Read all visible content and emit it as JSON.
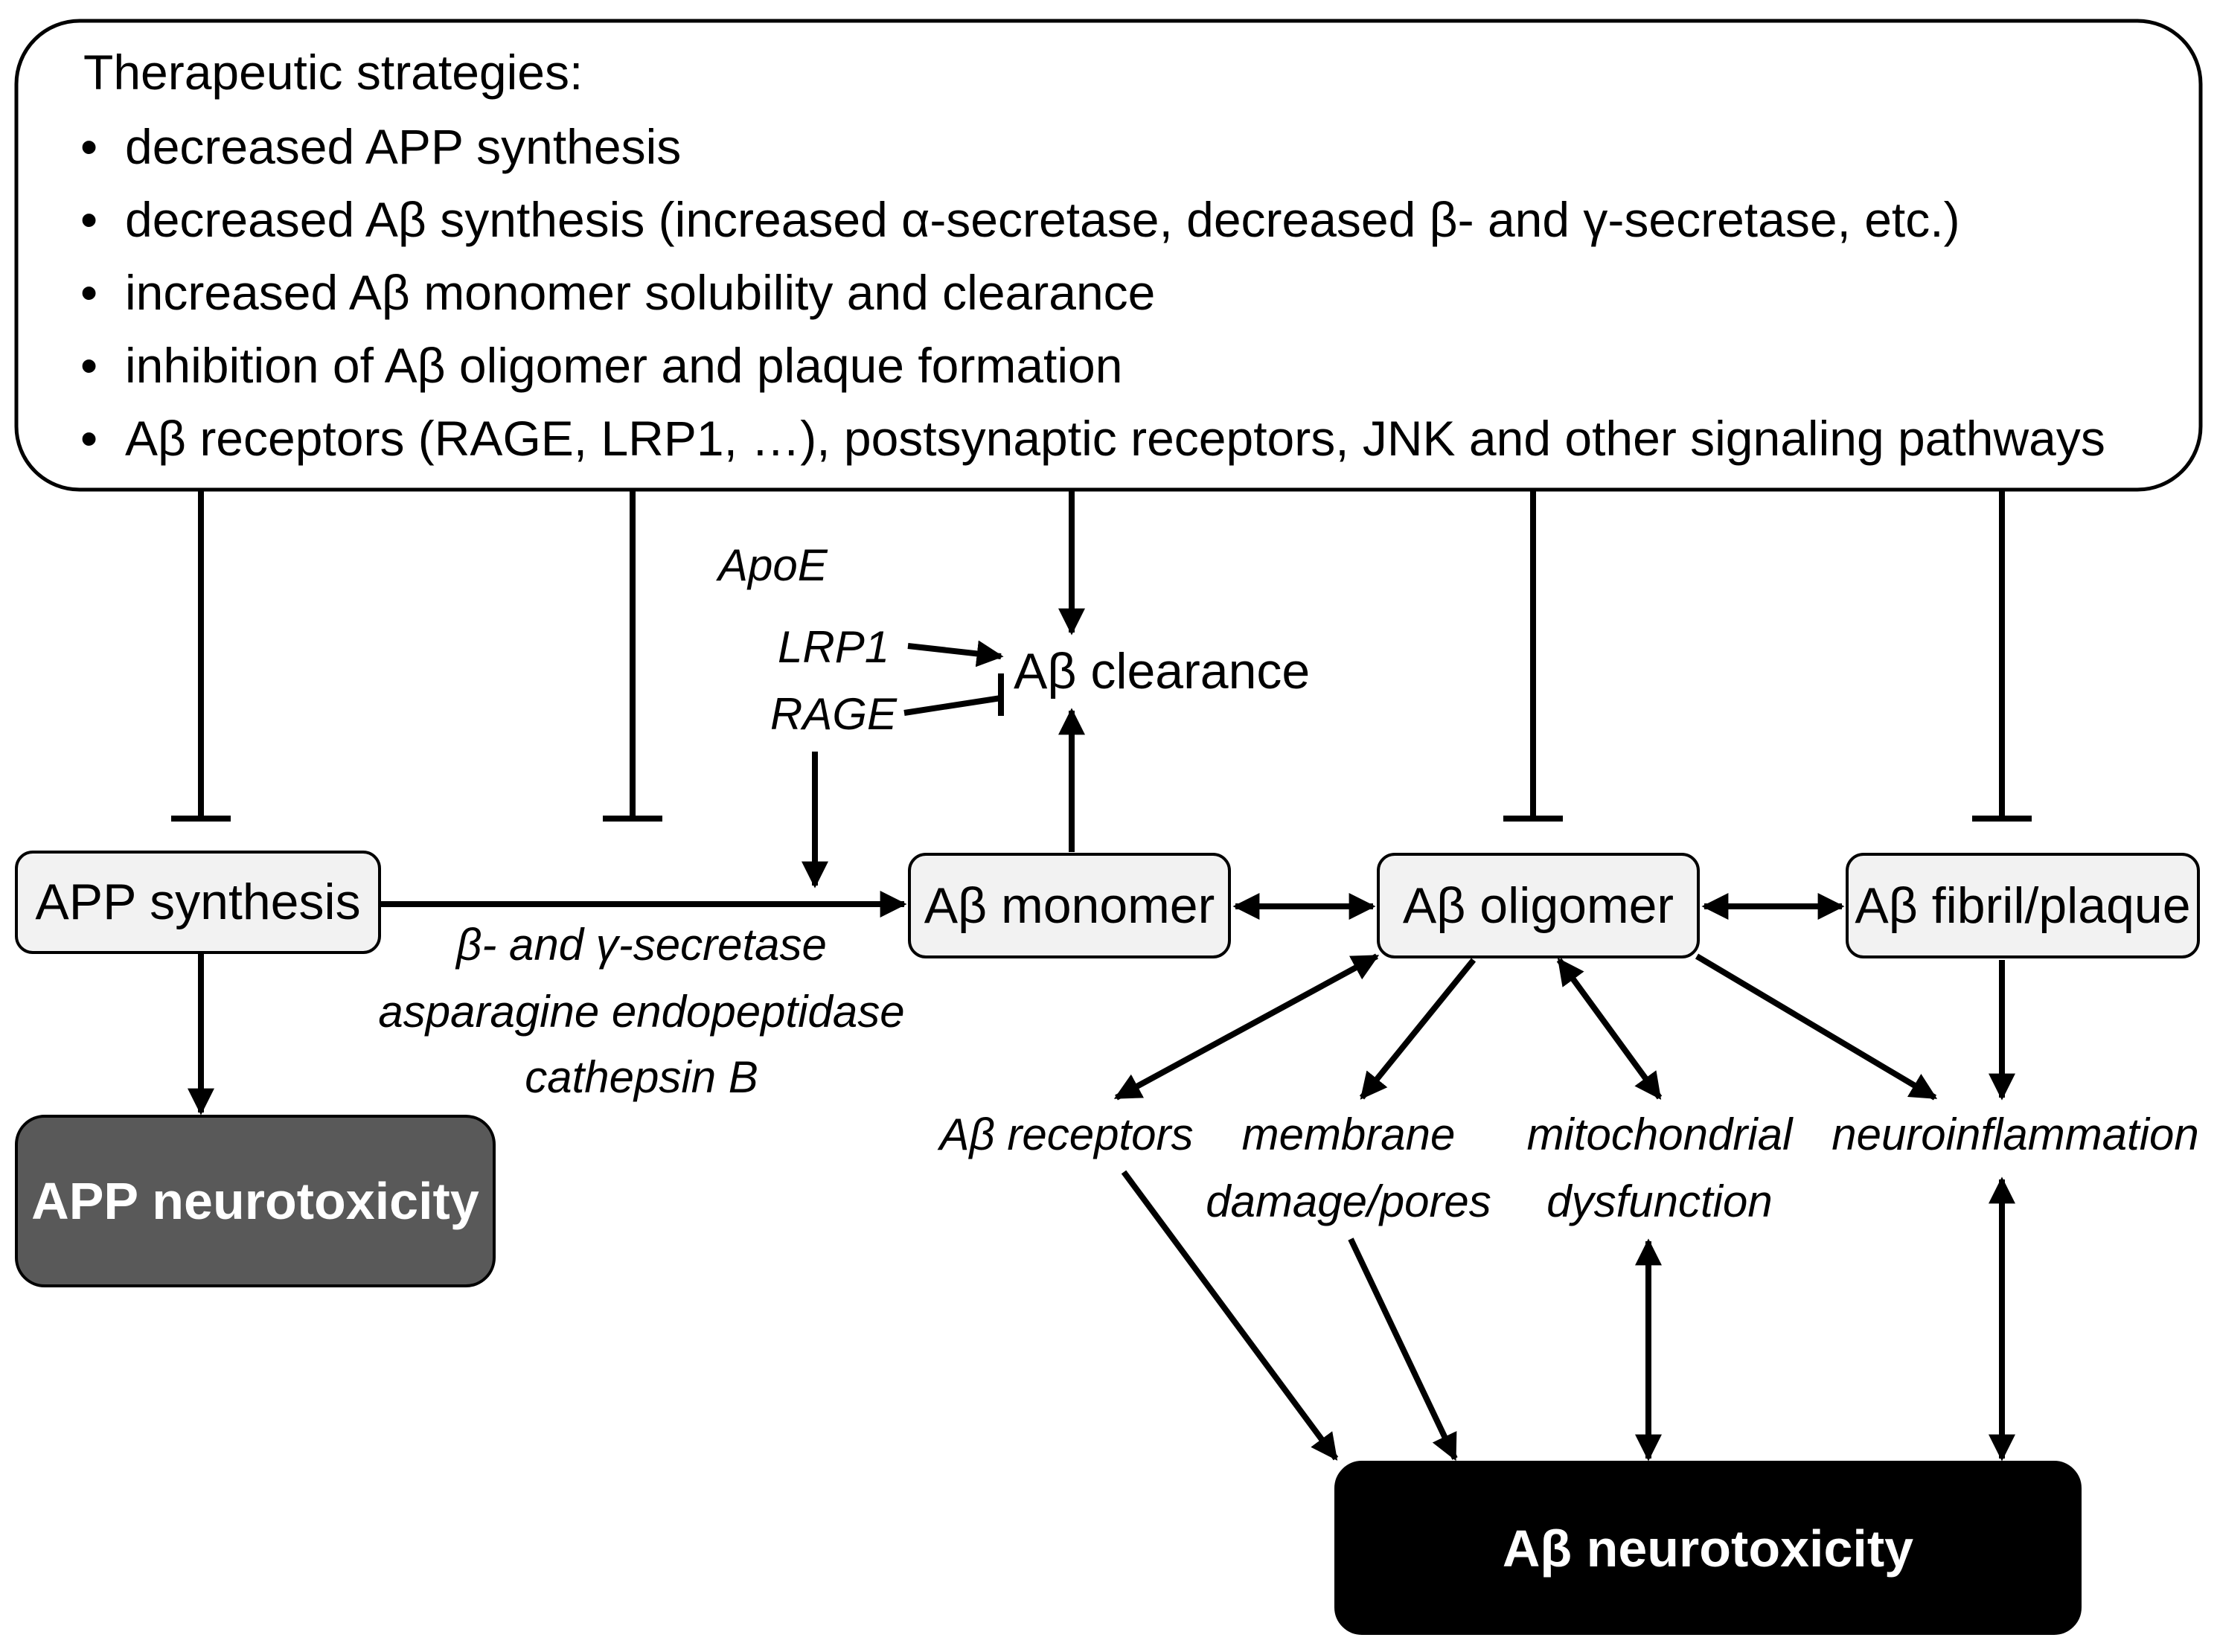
{
  "strategies": {
    "title": "Therapeutic strategies:",
    "bullet": "•",
    "items": [
      "decreased APP synthesis",
      "decreased Aβ synthesis (increased α-secretase, decreased β- and γ-secretase, etc.)",
      "increased Aβ monomer solubility and clearance",
      "inhibition of Aβ oligomer and plaque formation",
      "Aβ receptors (RAGE, LRP1, …), postsynaptic receptors, JNK and other signaling pathways"
    ]
  },
  "nodes": {
    "app_synthesis": "APP synthesis",
    "app_neurotoxicity": "APP neurotoxicity",
    "ab_monomer": "Aβ monomer",
    "ab_oligomer": "Aβ oligomer",
    "ab_fibril": "Aβ fibril/plaque",
    "ab_neurotoxicity": "Aβ neurotoxicity",
    "ab_clearance": "Aβ clearance"
  },
  "labels": {
    "apoe": "ApoE",
    "lrp1": "LRP1",
    "rage": "RAGE",
    "secretase_1": "β- and γ-secretase",
    "secretase_2": "asparagine endopeptidase",
    "secretase_3": "cathepsin B",
    "ab_receptors": "Aβ receptors",
    "membrane_1": "membrane",
    "membrane_2": "damage/pores",
    "mito_1": "mitochondrial",
    "mito_2": "dysfunction",
    "neuroinflammation": "neuroinflammation"
  }
}
